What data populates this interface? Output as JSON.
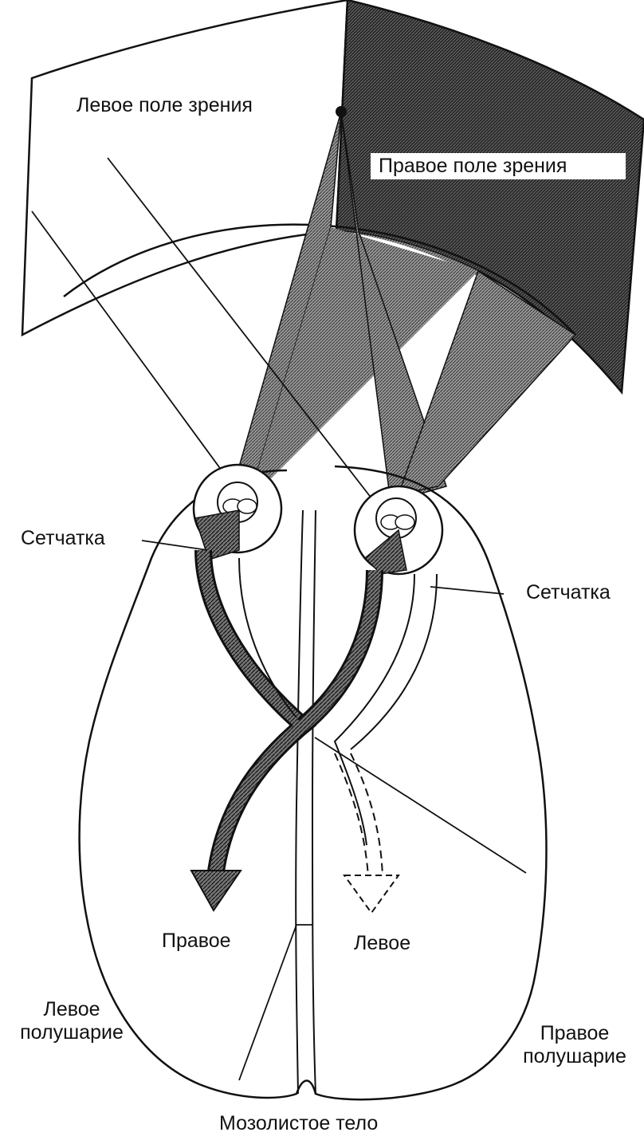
{
  "diagram": {
    "fields": {
      "left_visual_field": "Левое поле зрения",
      "right_visual_field": "Правое поле зрения"
    },
    "retina": {
      "left": "Сетчатка",
      "right": "Сетчатка"
    },
    "pathways": {
      "right": "Правое",
      "left": "Левое"
    },
    "hemispheres": {
      "left_line1": "Левое",
      "left_line2": "полушарие",
      "right_line1": "Правое",
      "right_line2": "полушарие"
    },
    "corpus_callosum": "Мозолистое тело",
    "colors": {
      "ink": "#111111",
      "dark_field": "#2a2a2a",
      "hatched_field": "#8a8a8a",
      "background": "#ffffff"
    }
  }
}
